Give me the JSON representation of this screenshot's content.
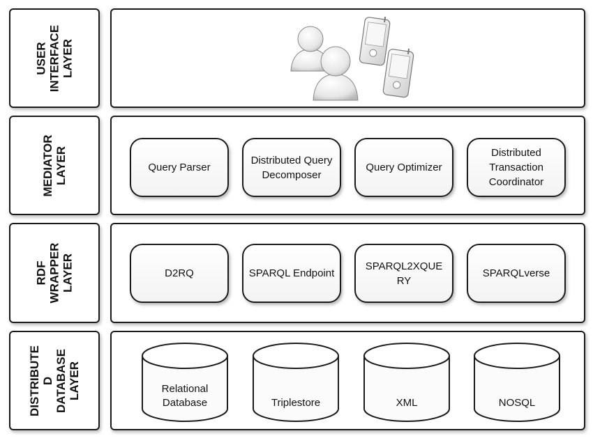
{
  "layers": [
    {
      "label": "USER\nINTERFACE\nLAYER"
    },
    {
      "label": "MEDIATOR\nLAYER"
    },
    {
      "label": "RDF\nWRAPPER\nLAYER"
    },
    {
      "label": "DISTRIBUTE\nD DATABASE\nLAYER"
    }
  ],
  "ui_layer": {
    "icons": [
      "user-group-icon",
      "mobile-device-icon"
    ]
  },
  "mediator_components": [
    "Query Parser",
    "Distributed Query Decomposer",
    "Query Optimizer",
    "Distributed Transaction Coordinator"
  ],
  "wrapper_components": [
    "D2RQ",
    "SPARQL Endpoint",
    "SPARQL2XQUE RY",
    "SPARQLverse"
  ],
  "databases": [
    "Relational Database",
    "Triplestore",
    "XML",
    "NOSQL"
  ]
}
